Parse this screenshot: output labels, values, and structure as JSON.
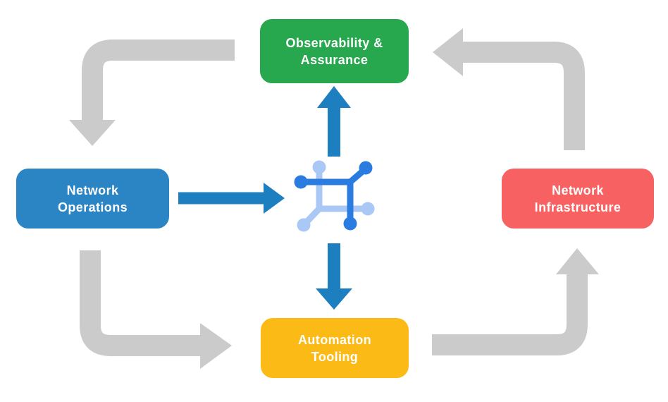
{
  "diagram": {
    "boxes": {
      "top": {
        "line1": "Observability &",
        "line2": "Assurance",
        "color": "#27a84e"
      },
      "left": {
        "line1": "Network",
        "line2": "Operations",
        "color": "#2b84c4"
      },
      "right": {
        "line1": "Network",
        "line2": "Infrastructure",
        "color": "#f76161"
      },
      "bottom": {
        "line1": "Automation",
        "line2": "Tooling",
        "color": "#fcba16"
      }
    },
    "center_icon": {
      "name": "network-automation-icon",
      "dark_blue": "#2b7ce0",
      "light_blue": "#a9c8f5"
    },
    "arrows": {
      "gray_color": "#cbcbcb",
      "blue_color": "#1e7fc0",
      "cycle": [
        {
          "from": "Observability & Assurance",
          "to": "Network Operations"
        },
        {
          "from": "Network Operations",
          "to": "Automation Tooling"
        },
        {
          "from": "Automation Tooling",
          "to": "Network Infrastructure"
        },
        {
          "from": "Network Infrastructure",
          "to": "Observability & Assurance"
        }
      ],
      "center_flows": [
        {
          "from": "Network Operations",
          "to": "center-icon"
        },
        {
          "from": "center-icon",
          "to": "Observability & Assurance"
        },
        {
          "from": "center-icon",
          "to": "Automation Tooling"
        }
      ]
    }
  }
}
